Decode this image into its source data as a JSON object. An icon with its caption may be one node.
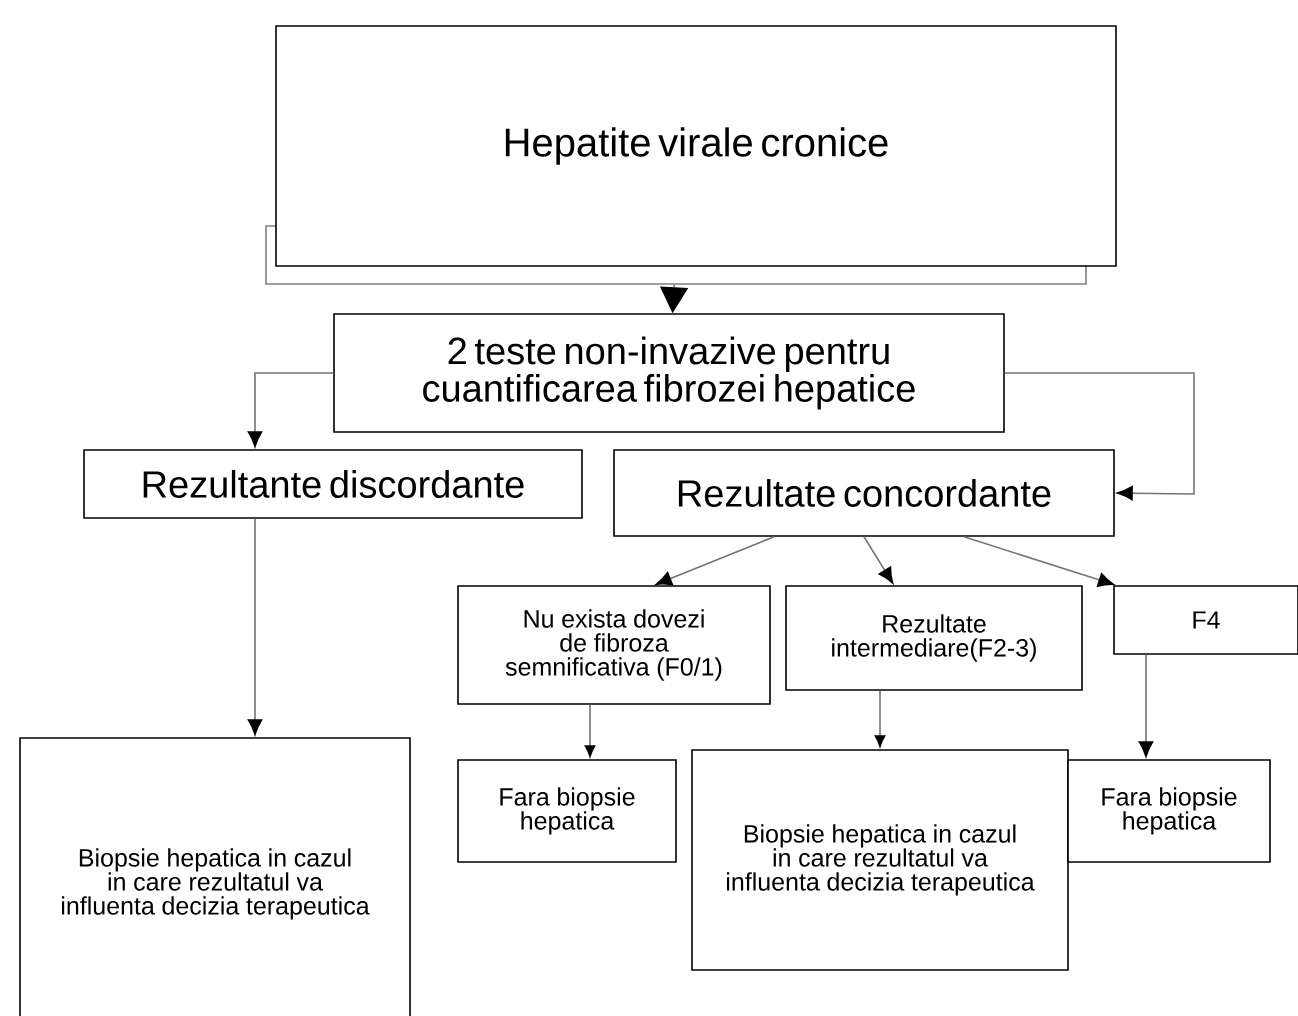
{
  "diagram": {
    "nodes": [
      {
        "text": [],
        "shape": "box"
      },
      {
        "text": [
          "Hepatite virale cronice"
        ]
      },
      {
        "text": [
          "2 teste non-invazive pentru cuantificarea fibrozei hepatice"
        ]
      },
      {
        "text": [
          "Rezultante discordante"
        ]
      },
      {
        "text": [
          "Rezultate concordante"
        ]
      },
      {
        "text": [
          "Nu exista dovezi de fibroza semnificativa (F0/1)"
        ]
      },
      {
        "text": [
          "Rezultate intermediare(F2-3)"
        ]
      },
      {
        "text": [
          "F4"
        ]
      },
      {
        "text": [
          "Fara biopsie hepatica"
        ]
      },
      {
        "text": [
          "Biopsie hepatica in cazul in care rezultatul va influenta decizia terapeutica"
        ]
      },
      {
        "text": [
          "Fara biopsie hepatica"
        ]
      },
      {
        "text": [
          "Biopsie hepatica in cazul in care rezultatul va influenta decizia terapeutica"
        ]
      }
    ],
    "edges": [
      {
        "from": 0,
        "to": 2,
        "arrow": "to"
      },
      {
        "from": 2,
        "to": 3,
        "arrow": "to"
      },
      {
        "from": 2,
        "to": 4,
        "arrow": "to"
      },
      {
        "from": 3,
        "to": 11,
        "arrow": "to"
      },
      {
        "from": 4,
        "to": 5,
        "arrow": "to"
      },
      {
        "from": 4,
        "to": 6,
        "arrow": "to"
      },
      {
        "from": 4,
        "to": 7,
        "arrow": "to"
      },
      {
        "from": 5,
        "to": 8,
        "arrow": "to"
      },
      {
        "from": 6,
        "to": 9,
        "arrow": "to"
      },
      {
        "from": 7,
        "to": 10,
        "arrow": "to"
      }
    ]
  }
}
